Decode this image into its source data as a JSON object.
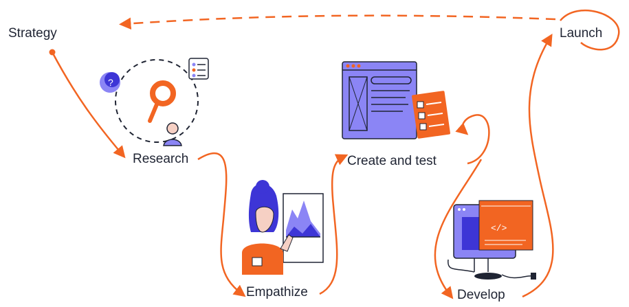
{
  "steps": {
    "strategy": "Strategy",
    "research": "Research",
    "empathize": "Empathize",
    "create_and_test": "Create and test",
    "develop": "Develop",
    "launch": "Launch"
  },
  "colors": {
    "accent_orange": "#f26522",
    "accent_purple": "#8b85f5",
    "deep_blue": "#3d35d6",
    "ink": "#1f2433"
  },
  "icons": [
    "location-pin-icon",
    "magnifier-icon",
    "checklist-icon",
    "person-icon",
    "chart-icon",
    "code-icon",
    "monitor-icon",
    "wireframe-icon",
    "plug-icon"
  ]
}
